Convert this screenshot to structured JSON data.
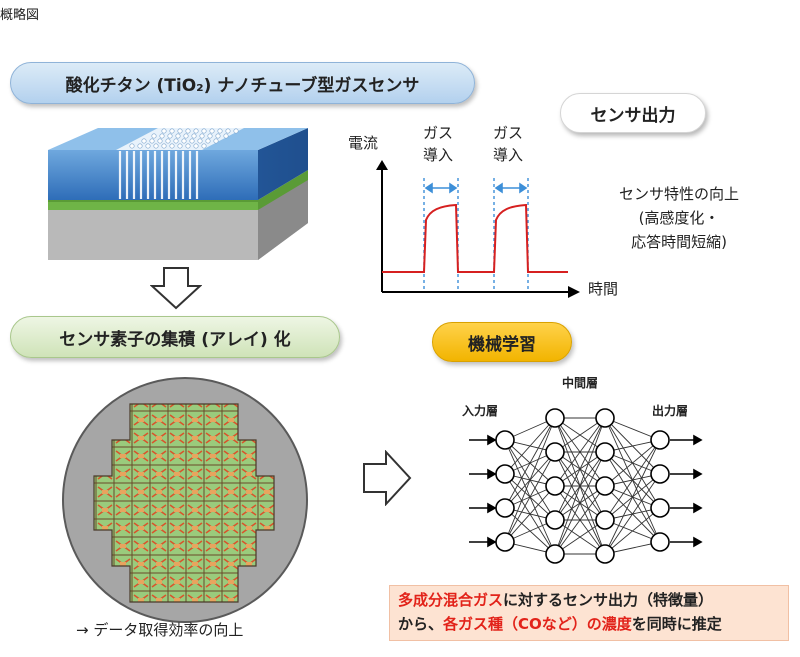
{
  "page_title": "概略図",
  "tio2_title": "酸化チタン (TiO₂) ナノチューブ型ガスセンサ",
  "array_title": "センサ素子の集積 (アレイ) 化",
  "sensor_output_title": "センサ出力",
  "ml_title": "機械学習",
  "chart": {
    "ylabel": "電流",
    "xlabel": "時間",
    "gas_intro_1": [
      "ガス",
      "導入"
    ],
    "gas_intro_2": [
      "ガス",
      "導入"
    ]
  },
  "sensor_characteristics": {
    "line1": "センサ特性の向上",
    "line2": "(高感度化・",
    "line3": "応答時間短縮)"
  },
  "nn": {
    "input_label": "入力層",
    "hidden_label": "中間層",
    "output_label": "出力層"
  },
  "wafer_caption": "→ データ取得効率の向上",
  "result": {
    "l1_a": "多成分混合ガス",
    "l1_b": "に対するセンサ出力（特徴量）",
    "l2_a": "から、",
    "l2_b": "各ガス種（COなど）の濃度",
    "l2_c": "を同時に推定"
  },
  "colors": {
    "red": "#e2231a",
    "signal": "#d62020",
    "dash": "#3d8fd8"
  }
}
